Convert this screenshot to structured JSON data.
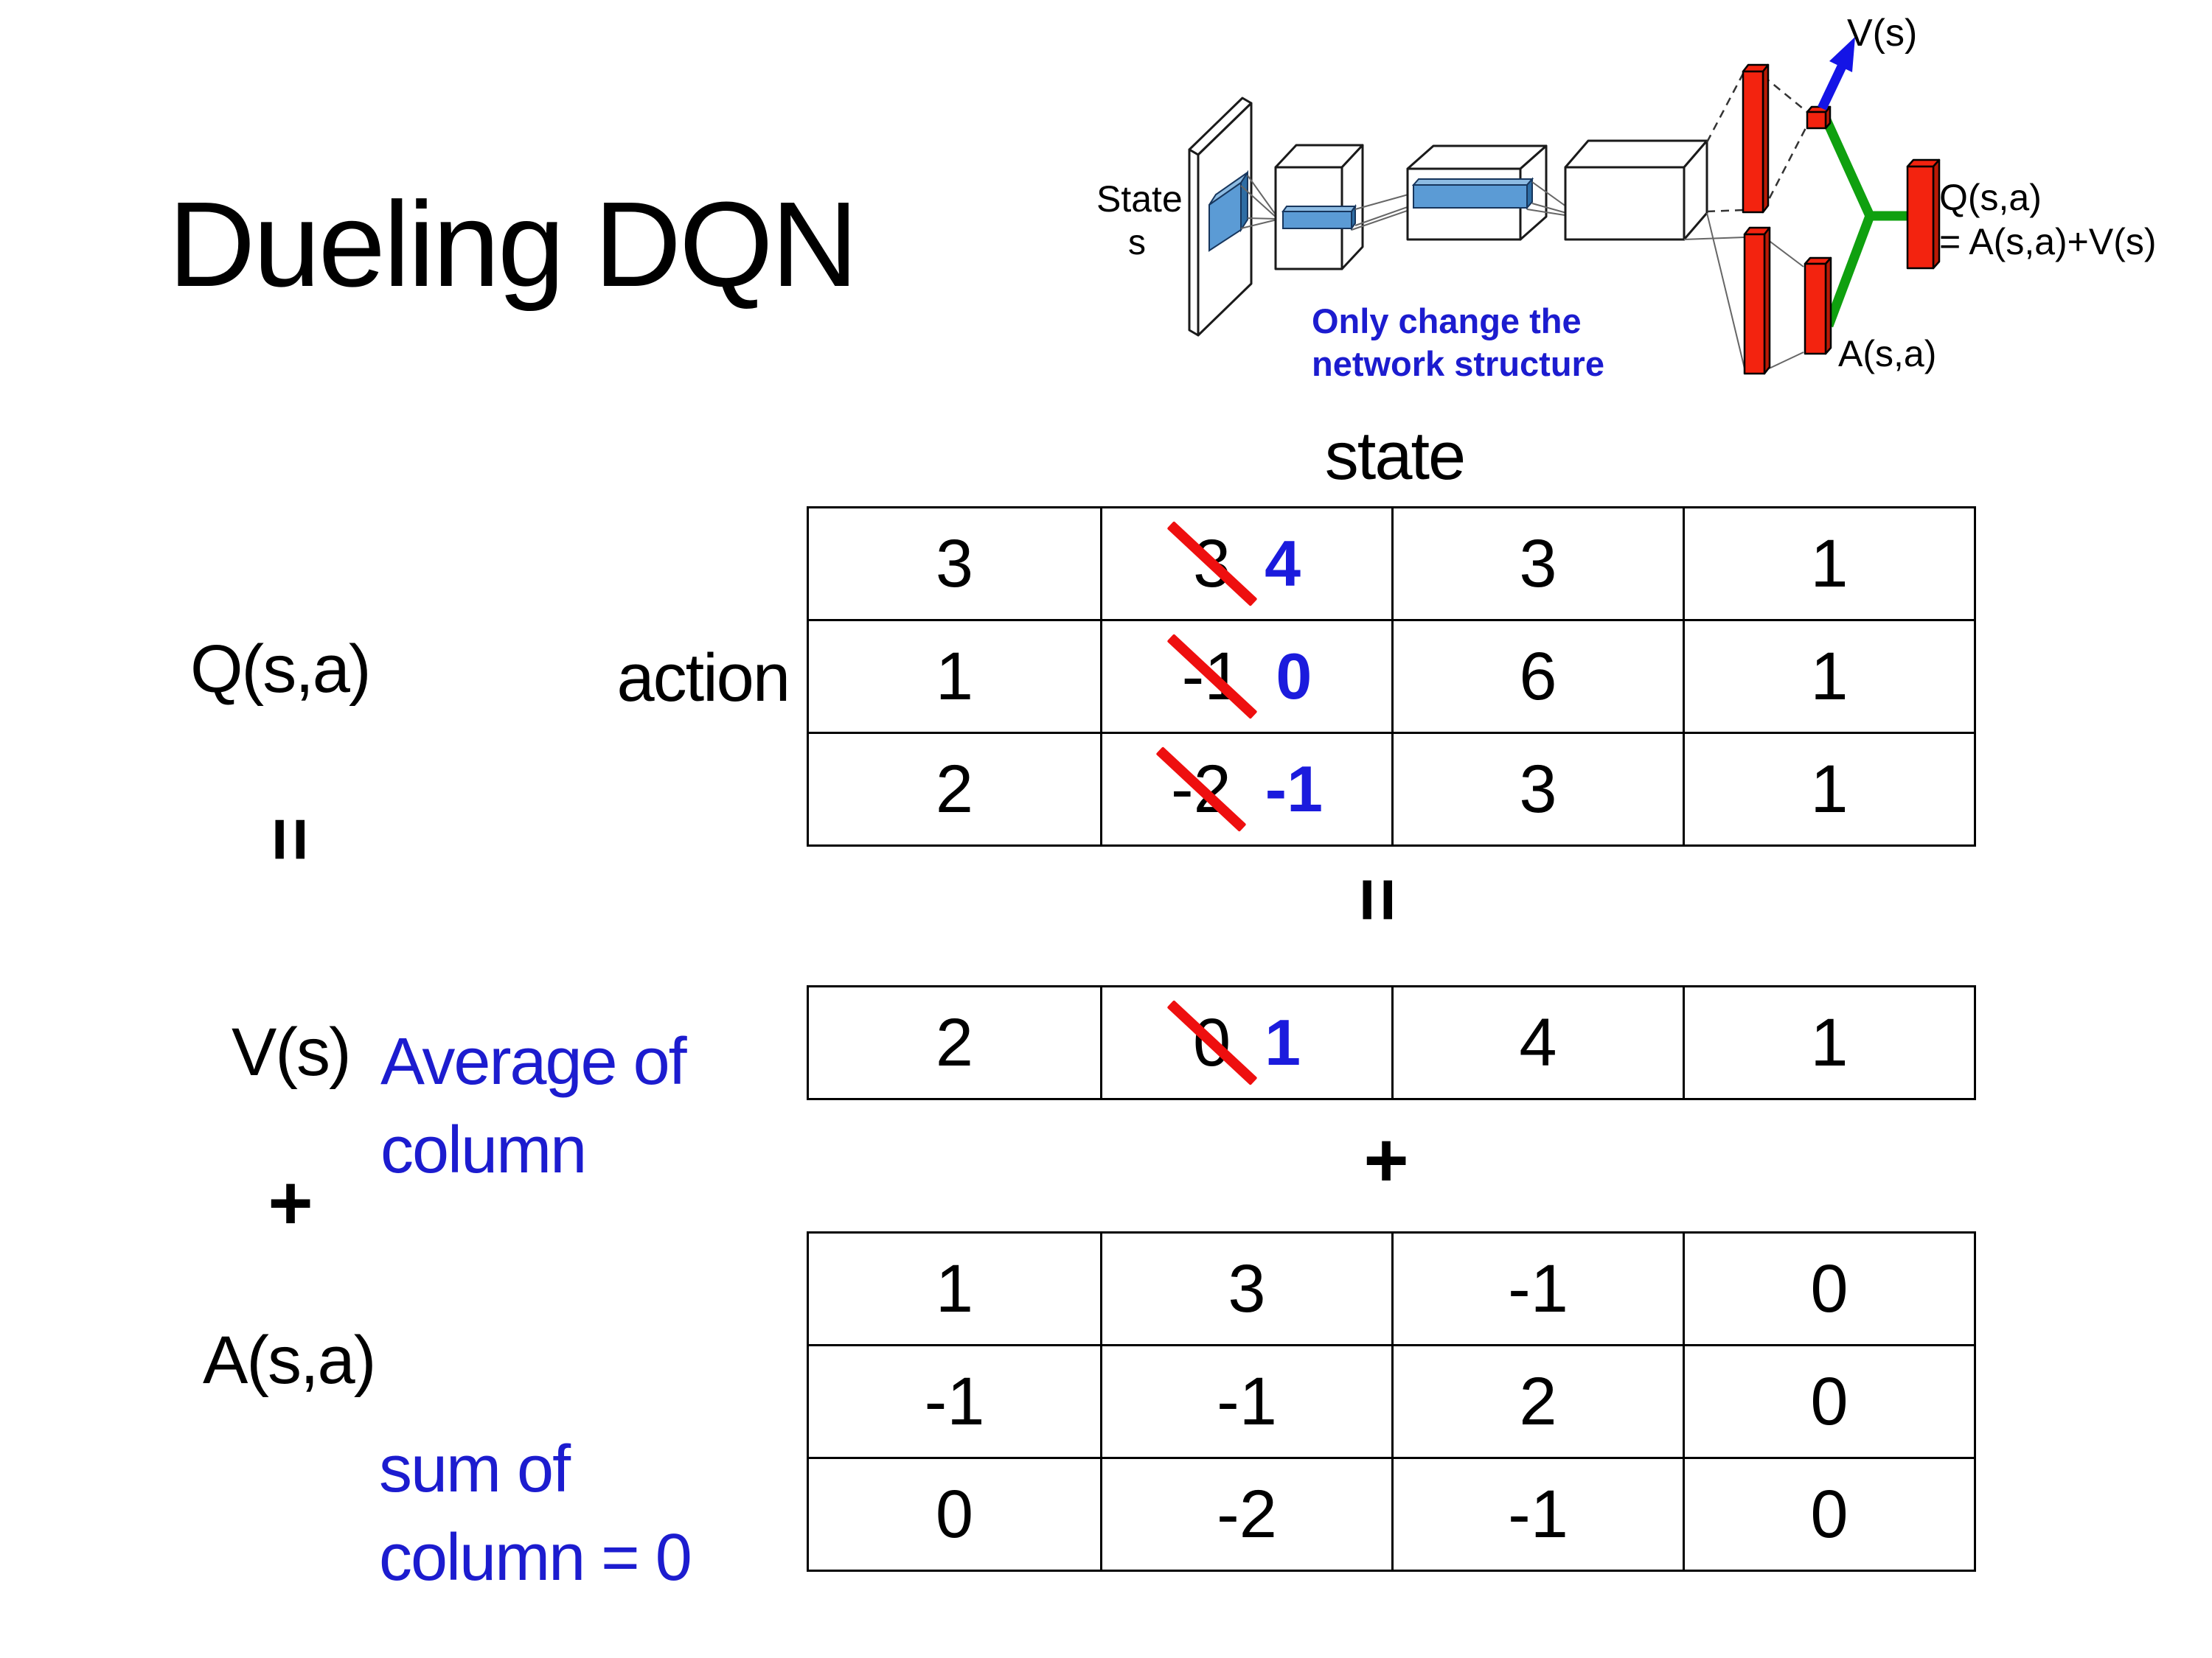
{
  "title": "Dueling DQN",
  "colors": {
    "blue_text": "#1C1CCF",
    "blue_num": "#1B1BDD",
    "strike_red": "#EE0F0F",
    "bar_red": "#F3230F",
    "bar_red_dark": "#B91A06",
    "green": "#0FA00F",
    "arrow_blue": "#1414E6",
    "box_blue": "#5B9BD5",
    "box_blue_light": "#8DBBE2",
    "box_blue_dark": "#2E6DA4"
  },
  "diagram": {
    "state_label": "State",
    "state_sub": "s",
    "v_out": "V(s)",
    "q_out": "Q(s,a)",
    "q_formula": "= A(s,a)+V(s)",
    "a_out": "A(s,a)",
    "note1": "Only change the",
    "note2": "network structure"
  },
  "labels": {
    "q": "Q(s,a)",
    "equals": "=",
    "v": "V(s)",
    "plus": "+",
    "a": "A(s,a)",
    "avg1": "Average of",
    "avg2": "column",
    "sum1": "sum of",
    "sum2": "column = 0",
    "state": "state",
    "action": "action",
    "equals_center": "=",
    "plus_center": "+"
  },
  "tables": {
    "q": {
      "rows": [
        [
          "3",
          {
            "old": "3",
            "new": "4"
          },
          "3",
          "1"
        ],
        [
          "1",
          {
            "old": "-1",
            "new": "0"
          },
          "6",
          "1"
        ],
        [
          "2",
          {
            "old": "-2",
            "new": "-1"
          },
          "3",
          "1"
        ]
      ]
    },
    "v": {
      "rows": [
        [
          "2",
          {
            "old": "0",
            "new": "1"
          },
          "4",
          "1"
        ]
      ]
    },
    "a": {
      "rows": [
        [
          "1",
          "3",
          "-1",
          "0"
        ],
        [
          "-1",
          "-1",
          "2",
          "0"
        ],
        [
          "0",
          "-2",
          "-1",
          "0"
        ]
      ]
    }
  }
}
